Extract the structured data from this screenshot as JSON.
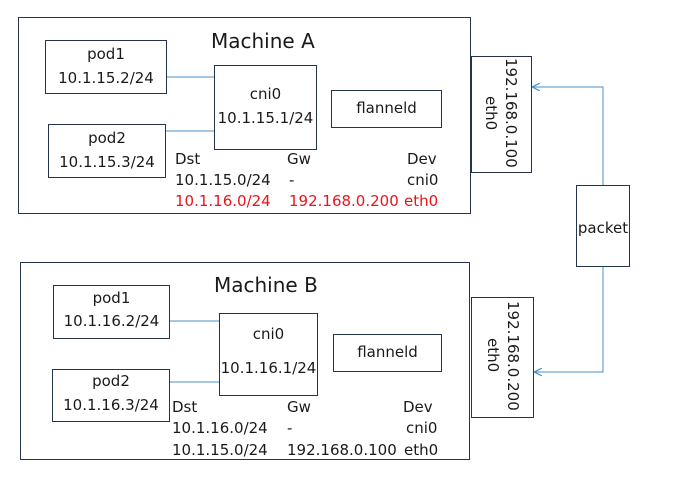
{
  "machine_a": {
    "title": "Machine A",
    "pods": [
      {
        "name": "pod1",
        "ip": "10.1.15.2/24"
      },
      {
        "name": "pod2",
        "ip": "10.1.15.3/24"
      }
    ],
    "cni": {
      "name": "cni0",
      "ip": "10.1.15.1/24"
    },
    "flannel": "flanneld",
    "eth": {
      "ip": "192.168.0.100",
      "name": "eth0"
    },
    "routes": {
      "headers": {
        "dst": "Dst",
        "gw": "Gw",
        "dev": "Dev"
      },
      "rows": [
        {
          "dst": "10.1.15.0/24",
          "gw": "-",
          "dev": "cni0",
          "highlight": false
        },
        {
          "dst": "10.1.16.0/24",
          "gw": "192.168.0.200",
          "dev": "eth0",
          "highlight": true
        }
      ]
    }
  },
  "machine_b": {
    "title": "Machine B",
    "pods": [
      {
        "name": "pod1",
        "ip": "10.1.16.2/24"
      },
      {
        "name": "pod2",
        "ip": "10.1.16.3/24"
      }
    ],
    "cni": {
      "name": "cni0",
      "ip": "10.1.16.1/24"
    },
    "flannel": "flanneld",
    "eth": {
      "ip": "192.168.0.200",
      "name": "eth0"
    },
    "routes": {
      "headers": {
        "dst": "Dst",
        "gw": "Gw",
        "dev": "Dev"
      },
      "rows": [
        {
          "dst": "10.1.16.0/24",
          "gw": "-",
          "dev": "cni0",
          "highlight": false
        },
        {
          "dst": "10.1.15.0/24",
          "gw": "192.168.0.100",
          "dev": "eth0",
          "highlight": false
        }
      ]
    }
  },
  "packet": {
    "label": "packet"
  },
  "colors": {
    "highlight": "#e8141b",
    "link": "#4a90c8",
    "border": "#24344d"
  }
}
